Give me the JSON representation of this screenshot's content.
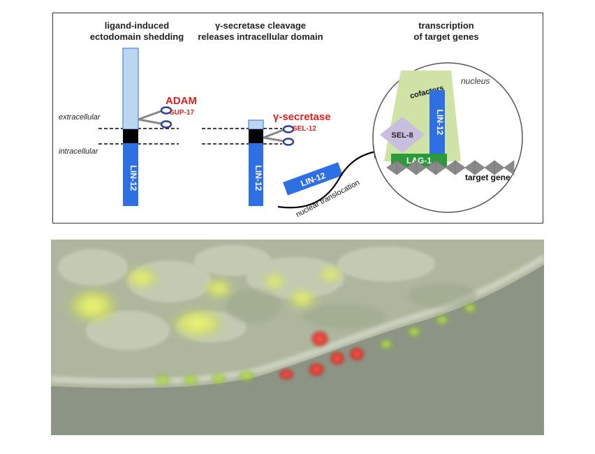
{
  "diagram": {
    "step1_title_line1": "ligand-induced",
    "step1_title_line2": "ectodomain shedding",
    "step2_title_line1": "γ-secretase cleavage",
    "step2_title_line2": "releases intracellular domain",
    "step3_title_line1": "transcription",
    "step3_title_line2": "of target genes",
    "extracellular_label": "extracellular",
    "intracellular_label": "intracellular",
    "receptor_label": "LIN-12",
    "adam_label": "ADAM",
    "sup17_label": "SUP-17",
    "gamma_secretase_label": "γ-secretase",
    "sel12_label": "SEL-12",
    "released_domain_label": "LIN-12",
    "nuclear_translocation_label": "nuclear translocation",
    "nucleus_label": "nucleus",
    "cofactors_label": "cofactors",
    "sel8_label": "SEL-8",
    "nuclear_lin12_label": "LIN-12",
    "lag1_label": "LAG-1",
    "target_gene_label": "target gene",
    "colors": {
      "receptor_blue": "#2f6fe4",
      "ectodomain_light_blue": "#bcd6f2",
      "cleavage_red": "#e02020",
      "cofactor_green": "#cfe3a6",
      "lag1_green": "#2c9a3a",
      "sel8_purple": "#c9bedd",
      "dna_gray": "#8a8a8a"
    }
  },
  "micrograph": {
    "nuclei_colors": [
      "red",
      "green",
      "yellow"
    ]
  }
}
